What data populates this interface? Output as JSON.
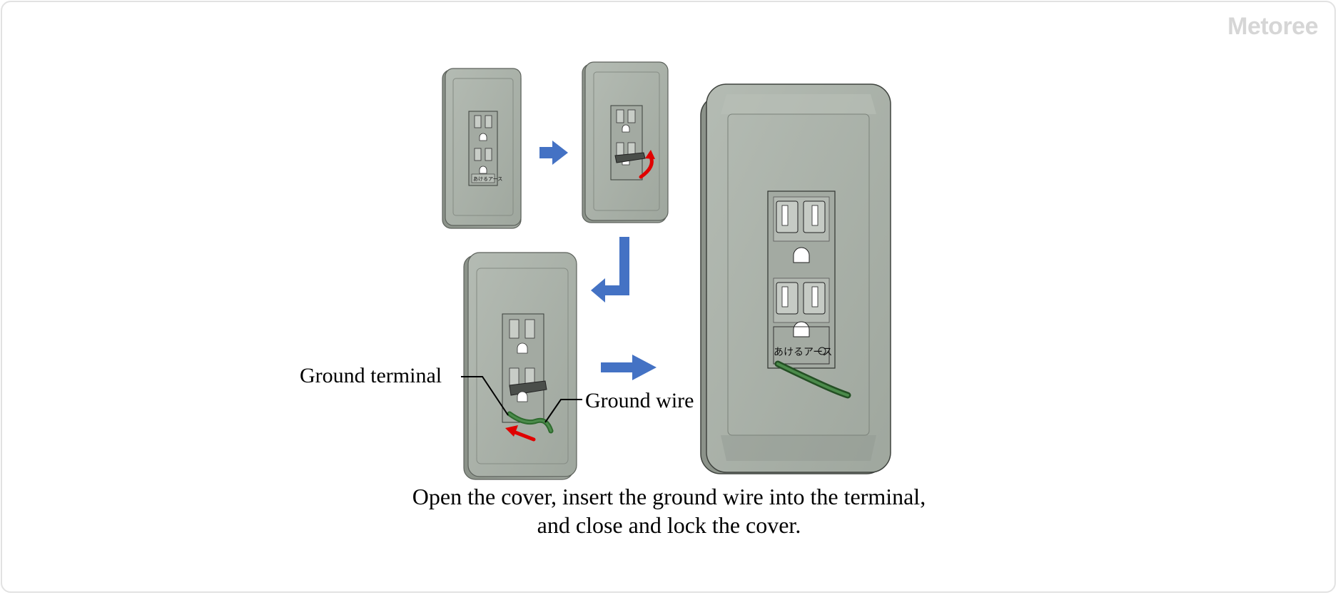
{
  "brand": {
    "watermark": "Metoree"
  },
  "labels": {
    "ground_terminal": "Ground terminal",
    "ground_wire": "Ground wire",
    "outlet_marking": "あけるアース"
  },
  "caption": {
    "line1": "Open the cover, insert the ground wire into the terminal,",
    "line2": "and close and lock the cover."
  },
  "colors": {
    "plate": "#a9b0a8",
    "arrow_step": "#4472c4",
    "arrow_motion": "#e00000",
    "wire": "#3e7a3e"
  }
}
